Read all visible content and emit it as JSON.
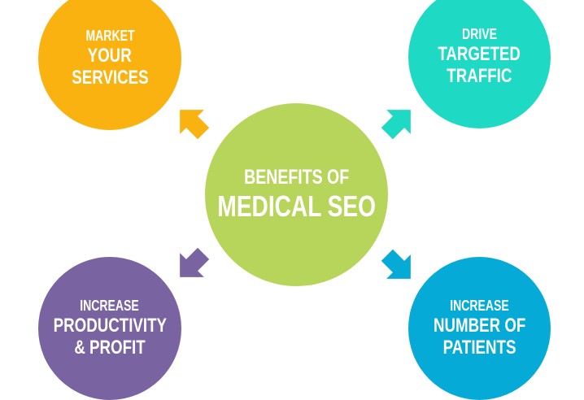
{
  "center": {
    "line1": "BENEFITS OF",
    "line2": "MEDICAL SEO",
    "color": "#B8D55B"
  },
  "benefits": [
    {
      "lines": [
        "MARKET",
        "YOUR",
        "SERVICES"
      ],
      "color": "#F9B20F"
    },
    {
      "lines": [
        "DRIVE",
        "TARGETED",
        "TRAFFIC"
      ],
      "color": "#1ED9C3"
    },
    {
      "lines": [
        "INCREASE",
        "PRODUCTIVITY",
        "& PROFIT"
      ],
      "color": "#7A63A1"
    },
    {
      "lines": [
        "INCREASE",
        "NUMBER OF",
        "PATIENTS"
      ],
      "color": "#05AAD6"
    }
  ]
}
